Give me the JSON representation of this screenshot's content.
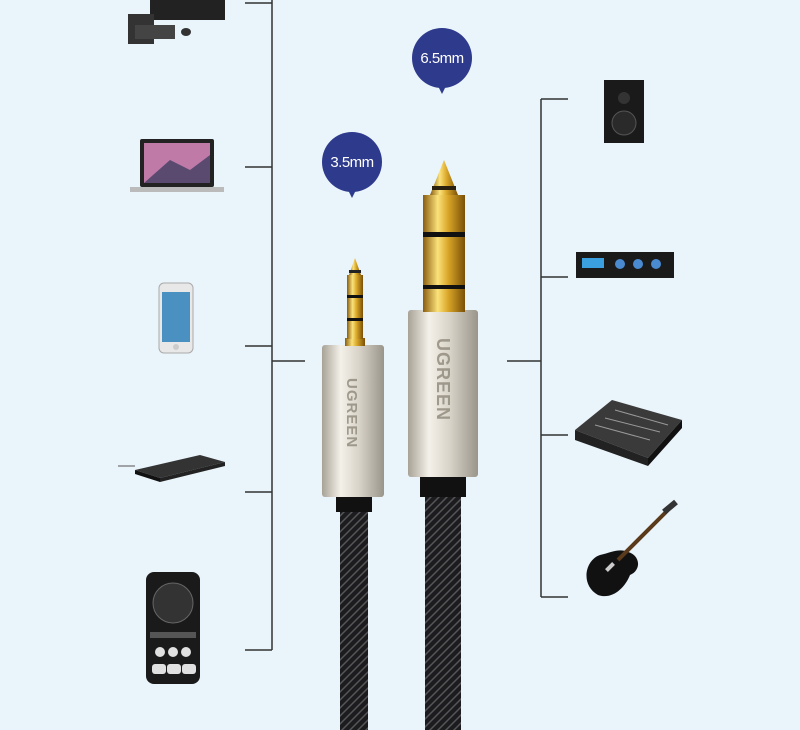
{
  "labels": {
    "plug_65": "6.5mm",
    "plug_35": "3.5mm"
  },
  "brand": "UGREEN",
  "left_devices": [
    "desktop-computer",
    "laptop",
    "smartphone",
    "dvd-player",
    "mp3-player"
  ],
  "right_devices": [
    "speaker",
    "amplifier",
    "mixer",
    "electric-guitar"
  ],
  "colors": {
    "background": "#eaf4fb",
    "bubble": "#2e3a8c",
    "gold": "#d9a628",
    "lines": "#333333"
  }
}
